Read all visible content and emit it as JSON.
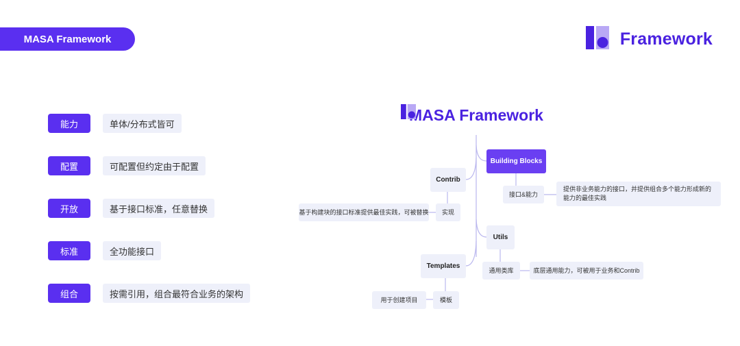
{
  "header": {
    "title": "MASA Framework"
  },
  "brand": {
    "name": "Framework",
    "logo_icon": "masa-logo-icon",
    "color": "#4a22e0"
  },
  "features": [
    {
      "tag": "能力",
      "desc": "单体/分布式皆可"
    },
    {
      "tag": "配置",
      "desc": "可配置但约定由于配置"
    },
    {
      "tag": "开放",
      "desc": "基于接口标准，任意替换"
    },
    {
      "tag": "标准",
      "desc": "全功能接口"
    },
    {
      "tag": "组合",
      "desc": "按需引用，组合最符合业务的架构"
    }
  ],
  "diagram": {
    "title": "MASA Framework",
    "building_blocks": {
      "label": "Building Blocks",
      "child": "接口&能力",
      "desc": "提供非业务能力的接口，并提供组合多个能力形成新的能力的最佳实践"
    },
    "contrib": {
      "label": "Contrib",
      "child": "实现",
      "desc": "基于构建块的接口标准提供最佳实践，可被替换"
    },
    "utils": {
      "label": "Utils",
      "child": "通用类库",
      "desc": "底层通用能力，可被用于业务和Contrib"
    },
    "templates": {
      "label": "Templates",
      "child": "模板",
      "desc": "用于创建项目"
    }
  },
  "colors": {
    "accent": "#5a2ff0",
    "node_bg": "#eef0fa",
    "line": "#b9b6ee"
  }
}
